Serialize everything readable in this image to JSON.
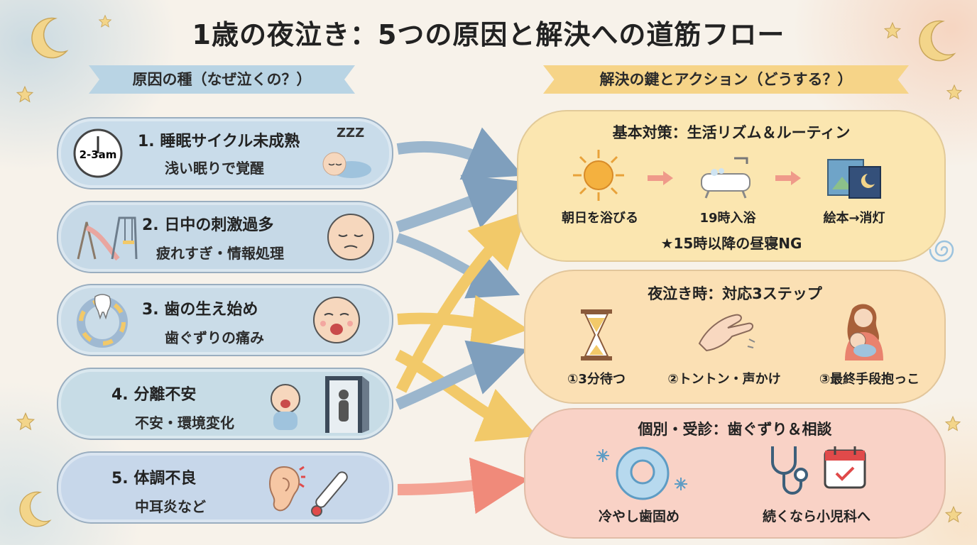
{
  "title": "1歳の夜泣き：5つの原因と解決への道筋フロー",
  "left_banner": "原因の種（なぜ泣くの？）",
  "right_banner": "解決の鍵とアクション（どうする？）",
  "causes": [
    {
      "title": "1. 睡眠サイクル未成熟",
      "sub": "浅い眠りで覚醒",
      "clock_label": "2-3am",
      "zzz": "ZZZ"
    },
    {
      "title": "2. 日中の刺激過多",
      "sub": "疲れすぎ・情報処理"
    },
    {
      "title": "3. 歯の生え始め",
      "sub": "歯ぐずりの痛み"
    },
    {
      "title": "4. 分離不安",
      "sub": "不安・環境変化"
    },
    {
      "title": "5. 体調不良",
      "sub": "中耳炎など"
    }
  ],
  "solutions": {
    "basic": {
      "heading": "基本対策：生活リズム＆ルーティン",
      "steps": [
        "朝日を浴びる",
        "19時入浴",
        "絵本→消灯"
      ],
      "note": "★15時以降の昼寝NG"
    },
    "night": {
      "heading": "夜泣き時：対応3ステップ",
      "steps": [
        "①3分待つ",
        "②トントン・声かけ",
        "③最終手段抱っこ"
      ]
    },
    "individual": {
      "heading": "個別・受診：歯ぐずり＆相談",
      "items": [
        "冷やし歯固め",
        "続くなら小児科へ"
      ]
    }
  },
  "colors": {
    "cause_blue": "#c9dcea",
    "basic_yellow": "#fbe6b0",
    "night_orange": "#fbe0b4",
    "individual_pink": "#f9d2c6",
    "arrow_blue": "#7f9fbd",
    "arrow_yellow": "#f2c969",
    "arrow_red": "#f08a7a"
  }
}
